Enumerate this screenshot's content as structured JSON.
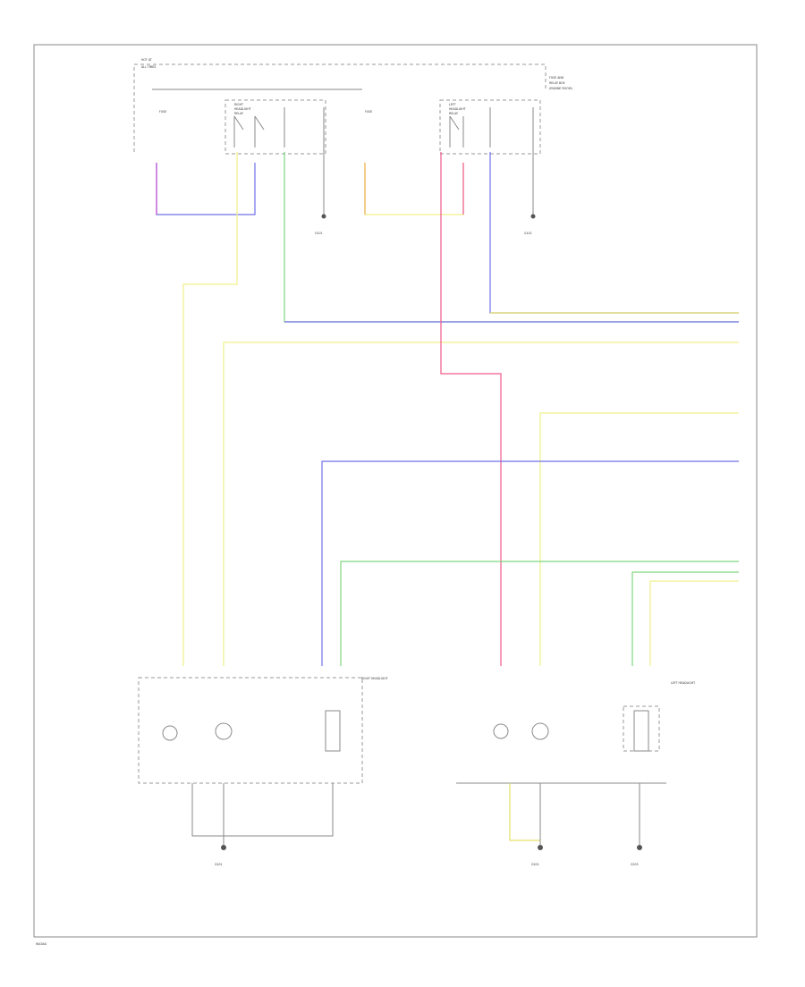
{
  "diagram": {
    "colors": {
      "yellow": "#f0f08a",
      "yellow_dark": "#e6e06a",
      "green": "#7fd67f",
      "blue": "#7070e8",
      "pink": "#f05a8a",
      "magenta": "#c050d0",
      "orange": "#f0b050",
      "gray": "#8a8a8a"
    },
    "labels": {
      "top_power_a": "HOT AT",
      "top_power_b": "ALL TIMES",
      "right_note_1": "FUSE AND",
      "right_note_2": "RELAY BOX",
      "right_note_3": "(ENGINE ROOM)",
      "right_switch_1": "RIGHT",
      "right_switch_2": "HEADLIGHT",
      "right_switch_3": "RELAY",
      "left_switch_1": "LEFT",
      "left_switch_2": "HEADLIGHT",
      "left_switch_3": "RELAY",
      "fuse_a": "FUSE",
      "fuse_b": "FUSE",
      "ground_top_1": "G101",
      "ground_top_2": "G102",
      "right_headlight": "RIGHT HEADLIGHT",
      "left_headlight": "LEFT HEADLIGHT",
      "ground_b1": "G201",
      "ground_b2": "G202",
      "ground_b3": "G203",
      "footer": "W/DIAG"
    }
  }
}
